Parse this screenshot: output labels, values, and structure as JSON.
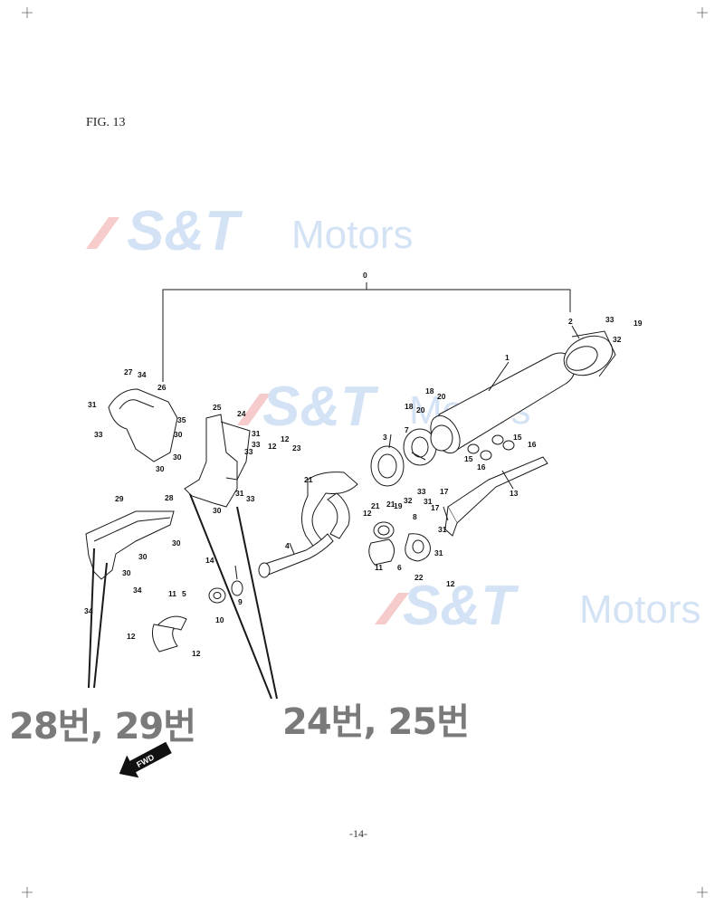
{
  "page": {
    "figure_title": "FIG. 13",
    "page_number": "-14-"
  },
  "watermarks": [
    {
      "logo": "S&T",
      "word": "Motors"
    },
    {
      "logo": "S&T",
      "word": "Motors"
    },
    {
      "logo": "S&T",
      "word": "Motors"
    }
  ],
  "annotations": {
    "left": "28번, 29번",
    "right": "24번, 25번"
  },
  "fwd_label": "FWD",
  "colors": {
    "line": "#1a1a1a",
    "watermark_blue": "#cfe0f5",
    "watermark_red": "#f5c6c6",
    "annotation": "#7a7a7a"
  },
  "callouts": [
    {
      "id": "c-0",
      "label": "0"
    },
    {
      "id": "c-1",
      "label": "1"
    },
    {
      "id": "c-2",
      "label": "2"
    },
    {
      "id": "c-3",
      "label": "3"
    },
    {
      "id": "c-4",
      "label": "4"
    },
    {
      "id": "c-5",
      "label": "5"
    },
    {
      "id": "c-6",
      "label": "6"
    },
    {
      "id": "c-7",
      "label": "7"
    },
    {
      "id": "c-8",
      "label": "8"
    },
    {
      "id": "c-9",
      "label": "9"
    },
    {
      "id": "c-10",
      "label": "10"
    },
    {
      "id": "c-11a",
      "label": "11"
    },
    {
      "id": "c-11b",
      "label": "11"
    },
    {
      "id": "c-12a",
      "label": "12"
    },
    {
      "id": "c-12b",
      "label": "12"
    },
    {
      "id": "c-12c",
      "label": "12"
    },
    {
      "id": "c-12d",
      "label": "12"
    },
    {
      "id": "c-12e",
      "label": "12"
    },
    {
      "id": "c-13",
      "label": "13"
    },
    {
      "id": "c-14",
      "label": "14"
    },
    {
      "id": "c-15a",
      "label": "15"
    },
    {
      "id": "c-15b",
      "label": "15"
    },
    {
      "id": "c-16a",
      "label": "16"
    },
    {
      "id": "c-16b",
      "label": "16"
    },
    {
      "id": "c-17a",
      "label": "17"
    },
    {
      "id": "c-17b",
      "label": "17"
    },
    {
      "id": "c-18a",
      "label": "18"
    },
    {
      "id": "c-18b",
      "label": "18"
    },
    {
      "id": "c-19a",
      "label": "19"
    },
    {
      "id": "c-19b",
      "label": "19"
    },
    {
      "id": "c-20a",
      "label": "20"
    },
    {
      "id": "c-20b",
      "label": "20"
    },
    {
      "id": "c-21a",
      "label": "21"
    },
    {
      "id": "c-21b",
      "label": "21"
    },
    {
      "id": "c-21c",
      "label": "21"
    },
    {
      "id": "c-22",
      "label": "22"
    },
    {
      "id": "c-23",
      "label": "23"
    },
    {
      "id": "c-24",
      "label": "24"
    },
    {
      "id": "c-25",
      "label": "25"
    },
    {
      "id": "c-26",
      "label": "26"
    },
    {
      "id": "c-27",
      "label": "27"
    },
    {
      "id": "c-28",
      "label": "28"
    },
    {
      "id": "c-29",
      "label": "29"
    },
    {
      "id": "c-30a",
      "label": "30"
    },
    {
      "id": "c-30b",
      "label": "30"
    },
    {
      "id": "c-30c",
      "label": "30"
    },
    {
      "id": "c-30d",
      "label": "30"
    },
    {
      "id": "c-30e",
      "label": "30"
    },
    {
      "id": "c-30f",
      "label": "30"
    },
    {
      "id": "c-30g",
      "label": "30"
    },
    {
      "id": "c-31a",
      "label": "31"
    },
    {
      "id": "c-31b",
      "label": "31"
    },
    {
      "id": "c-31c",
      "label": "31"
    },
    {
      "id": "c-31d",
      "label": "31"
    },
    {
      "id": "c-31e",
      "label": "31"
    },
    {
      "id": "c-31f",
      "label": "31"
    },
    {
      "id": "c-32a",
      "label": "32"
    },
    {
      "id": "c-32b",
      "label": "32"
    },
    {
      "id": "c-33a",
      "label": "33"
    },
    {
      "id": "c-33b",
      "label": "33"
    },
    {
      "id": "c-33c",
      "label": "33"
    },
    {
      "id": "c-33d",
      "label": "33"
    },
    {
      "id": "c-33e",
      "label": "33"
    },
    {
      "id": "c-33f",
      "label": "33"
    },
    {
      "id": "c-34a",
      "label": "34"
    },
    {
      "id": "c-34b",
      "label": "34"
    },
    {
      "id": "c-34c",
      "label": "34"
    },
    {
      "id": "c-35",
      "label": "35"
    }
  ]
}
